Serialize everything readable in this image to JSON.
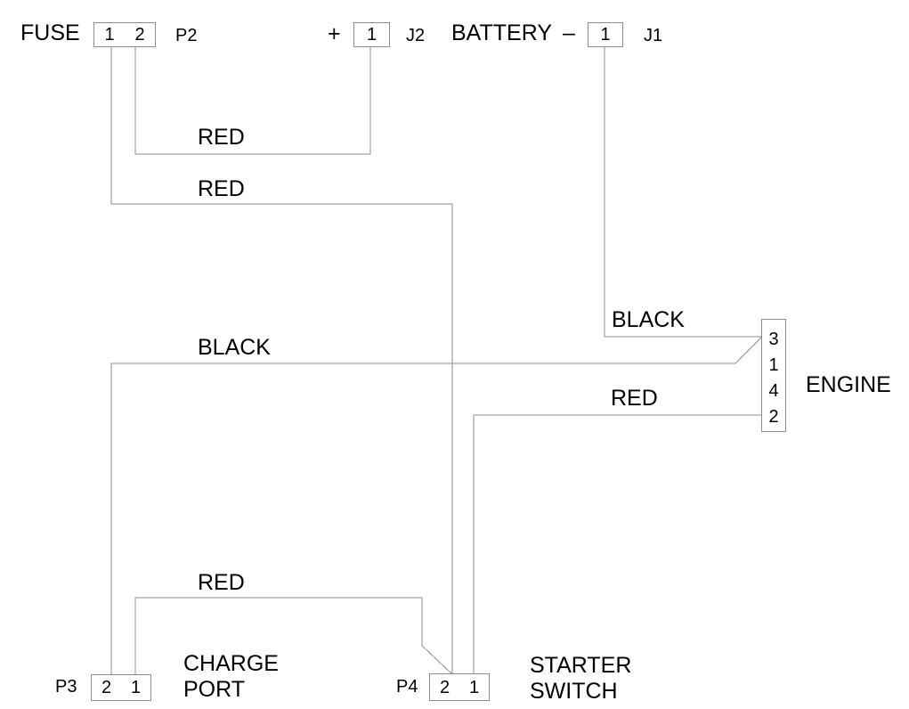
{
  "components": {
    "fuse": {
      "label": "FUSE",
      "connector": "P2",
      "pins": [
        "1",
        "2"
      ]
    },
    "charge_connector": {
      "polarity": "+",
      "connector": "J2",
      "pin": "1"
    },
    "battery": {
      "label": "BATTERY",
      "polarity": "–",
      "connector": "J1",
      "pin": "1"
    },
    "engine": {
      "label": "ENGINE",
      "pins": [
        "3",
        "1",
        "4",
        "2"
      ]
    },
    "charge_port": {
      "label_line1": "CHARGE",
      "label_line2": "PORT",
      "connector": "P3",
      "pins": [
        "2",
        "1"
      ]
    },
    "starter_switch": {
      "label_line1": "STARTER",
      "label_line2": "SWITCH",
      "connector": "P4",
      "pins": [
        "2",
        "1"
      ]
    }
  },
  "wires": {
    "fuse_pin2_to_j2": {
      "label": "RED"
    },
    "fuse_pin1_to_starter_switch": {
      "label": "RED"
    },
    "battery_to_engine": {
      "label": "BLACK"
    },
    "charge_port_to_engine": {
      "label": "BLACK"
    },
    "engine_to_starter_switch": {
      "label": "RED"
    },
    "charge_port_to_starter_switch": {
      "label": "RED"
    }
  },
  "colors": {
    "wire_stroke": "#8c8c8c",
    "box_border": "#8c8c8c",
    "text": "#000000",
    "background": "#ffffff"
  }
}
